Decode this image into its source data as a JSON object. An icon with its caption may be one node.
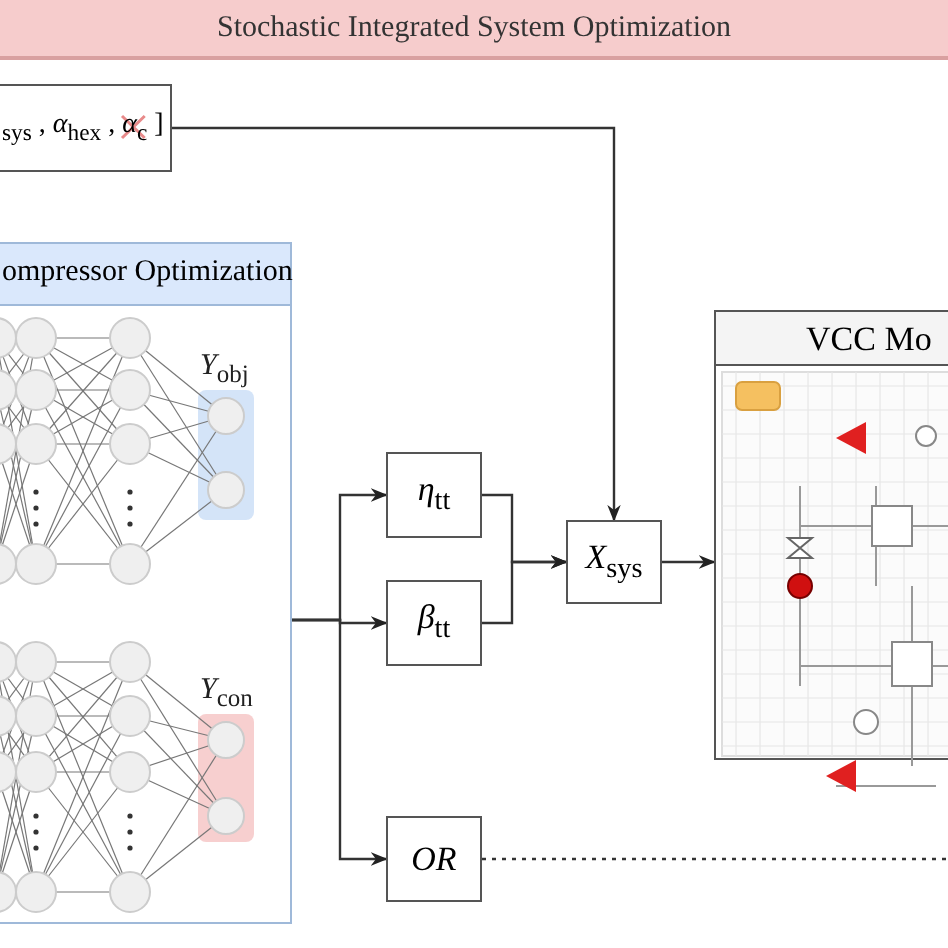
{
  "diagram": {
    "title": "Stochastic Integrated System Optimization",
    "nodes": [
      {
        "text": [
          "$_{sys}$ , *α*$_{hex}$ , *α*$_{c}$ ]"
        ]
      },
      {
        "text": [
          "ompressor Optimization"
        ]
      },
      {
        "text": [
          "*Y*$_{obj}$"
        ],
        "in": 1
      },
      {
        "text": [
          "*Y*$_{con}$"
        ],
        "in": 1
      },
      {
        "text": [
          "*η*$_{tt}$"
        ]
      },
      {
        "text": [
          "*β*$_{tt}$"
        ]
      },
      {
        "text": [
          "*X*$_{sys}$"
        ]
      },
      {
        "text": [
          "*OR*"
        ]
      },
      {
        "text": [
          "VCC Mo"
        ]
      }
    ],
    "edges": [
      {
        "from": 1,
        "to": 4,
        "arrow": "to"
      },
      {
        "from": 1,
        "to": 5,
        "arrow": "to"
      },
      {
        "from": 1,
        "to": 7,
        "arrow": "to"
      },
      {
        "from": 4,
        "to": 6,
        "arrow": "to"
      },
      {
        "from": 5,
        "to": 6,
        "arrow": "to"
      },
      {
        "from": 0,
        "to": 6,
        "arrow": "to"
      },
      {
        "from": 6,
        "to": 8,
        "arrow": "to"
      },
      {
        "from": 7,
        "to": null,
        "arrow": "none",
        "style": "dashed"
      }
    ]
  }
}
